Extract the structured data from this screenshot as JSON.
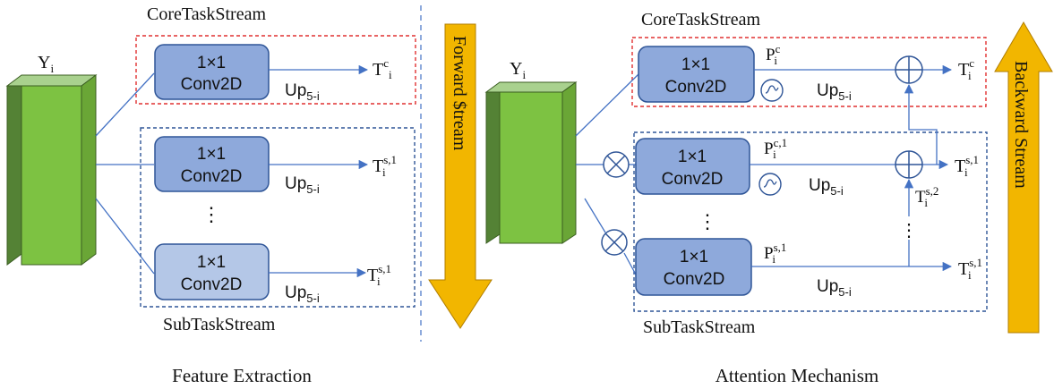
{
  "colors": {
    "conv_fill": "#8ea9db",
    "conv_fill_light": "#b4c7e7",
    "conv_stroke": "#2f5597",
    "arrow": "#4472c4",
    "core_border": "#e03030",
    "sub_border": "#2f5597",
    "cube_front": "#7dc242",
    "cube_top": "#a9d18e",
    "cube_side": "#548235",
    "orange_arrow": "#f2b600"
  },
  "left": {
    "core_title": "CoreTaskStream",
    "sub_title": "SubTaskStream",
    "cube_label": "Yi",
    "conv_line1": "1×1",
    "conv_line2": "Conv2D",
    "up_label": "Up5-i",
    "out_core": "Tci",
    "out_sub1": "Ts,1i",
    "out_sub2": "Ts,1i",
    "dots": "⋮",
    "caption": "Feature Extraction"
  },
  "middle": {
    "forward_label": "Forward $tream",
    "backward_label": "Backward Stream"
  },
  "right": {
    "core_title": "CoreTaskStream",
    "sub_title": "SubTaskStream",
    "cube_label": "Yi",
    "conv_line1": "1×1",
    "conv_line2": "Conv2D",
    "up_label": "Up5-i",
    "p_core": "Pci",
    "p_sub1": "Pc,1i",
    "p_sub2": "Ps,1i",
    "out_core": "Tci",
    "out_sub1": "Ts,1i",
    "out_sub2": "Ts,1i",
    "t_mid": "Ts,2i",
    "dots": "⋮",
    "caption": "Attention Mechanism"
  }
}
